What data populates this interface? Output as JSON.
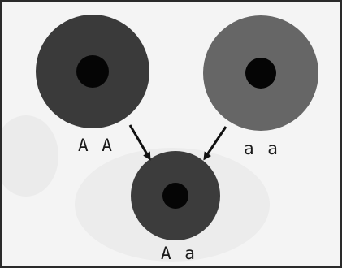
{
  "diagram": {
    "parents": [
      {
        "genotype": "AA",
        "label": "A A",
        "body_color": "#3a3a3a",
        "center_color": "#050505"
      },
      {
        "genotype": "aa",
        "label": "a a",
        "body_color": "#666666",
        "center_color": "#050505"
      }
    ],
    "offspring": {
      "genotype": "Aa",
      "label": "A a",
      "body_color": "#3c3c3c",
      "center_color": "#050505"
    },
    "arrow_color": "#111111",
    "background_color": "#f4f4f4"
  }
}
